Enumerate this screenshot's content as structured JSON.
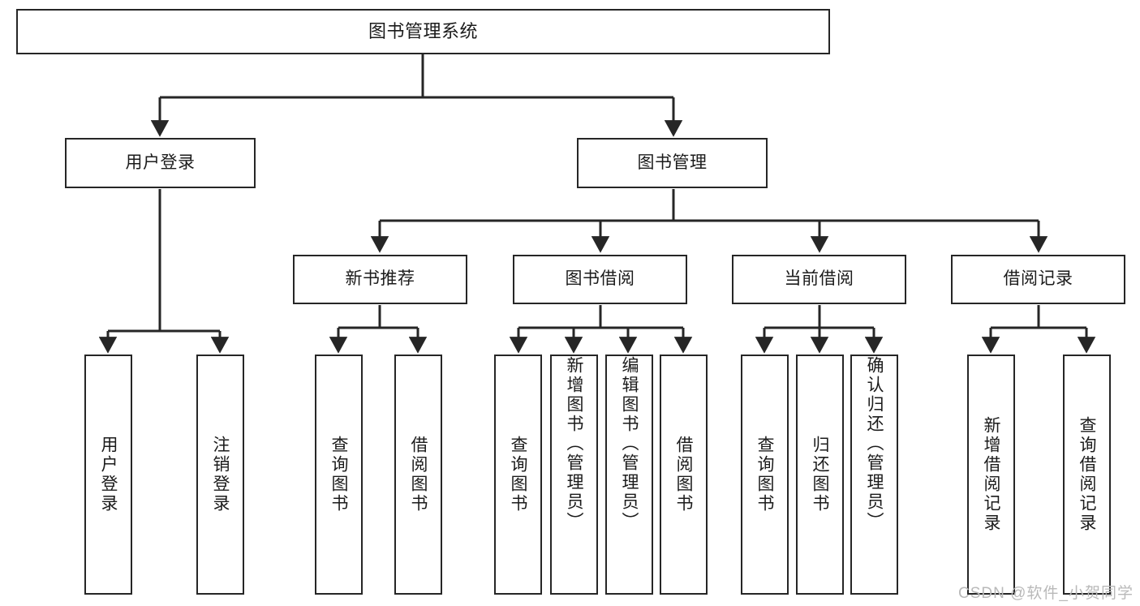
{
  "diagram": {
    "title": "图书管理系统",
    "watermark": "CSDN @软件_小贺同学",
    "colors": {
      "stroke": "#262626",
      "fill": "#ffffff",
      "text": "#1b1b1b",
      "watermark": "#b9b9b9"
    },
    "root": {
      "id": "root",
      "label": "图书管理系统"
    },
    "level2": [
      {
        "id": "user-login",
        "label": "用户登录"
      },
      {
        "id": "book-manage",
        "label": "图书管理"
      }
    ],
    "level3": [
      {
        "id": "new-book-recommend",
        "label": "新书推荐"
      },
      {
        "id": "book-borrow",
        "label": "图书借阅"
      },
      {
        "id": "current-borrow",
        "label": "当前借阅"
      },
      {
        "id": "borrow-record",
        "label": "借阅记录"
      }
    ],
    "leaves": {
      "user-login": [
        {
          "id": "leaf-user-login",
          "label": "用户登录"
        },
        {
          "id": "leaf-logout-login",
          "label": "注销登录"
        }
      ],
      "new-book-recommend": [
        {
          "id": "leaf-query-book-1",
          "label": "查询图书"
        },
        {
          "id": "leaf-borrow-book-1",
          "label": "借阅图书"
        }
      ],
      "book-borrow": [
        {
          "id": "leaf-query-book-2",
          "label": "查询图书"
        },
        {
          "id": "leaf-add-book",
          "label": "新增图书（管理员）"
        },
        {
          "id": "leaf-edit-book",
          "label": "编辑图书（管理员）"
        },
        {
          "id": "leaf-borrow-book-2",
          "label": "借阅图书"
        }
      ],
      "current-borrow": [
        {
          "id": "leaf-query-book-3",
          "label": "查询图书"
        },
        {
          "id": "leaf-return-book",
          "label": "归还图书"
        },
        {
          "id": "leaf-confirm-return",
          "label": "确认归还（管理员）"
        }
      ],
      "borrow-record": [
        {
          "id": "leaf-add-record",
          "label": "新增借阅记录"
        },
        {
          "id": "leaf-query-record",
          "label": "查询借阅记录"
        }
      ]
    }
  }
}
